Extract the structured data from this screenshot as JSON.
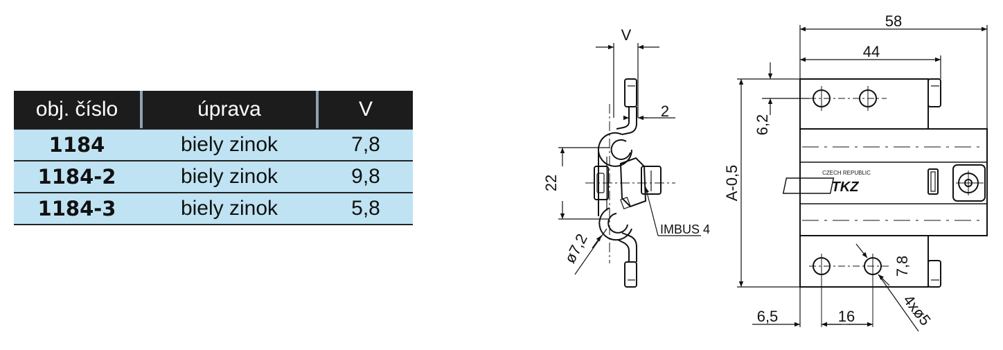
{
  "table": {
    "headers": [
      "obj. číslo",
      "úprava",
      "V"
    ],
    "rows": [
      {
        "code": "1184",
        "finish": "biely zinok",
        "v": "7,8"
      },
      {
        "code": "1184-2",
        "finish": "biely zinok",
        "v": "9,8"
      },
      {
        "code": "1184-3",
        "finish": "biely zinok",
        "v": "5,8"
      }
    ]
  },
  "side_view": {
    "dim_v": "V",
    "dim_2": "2",
    "dim_22": "22",
    "dim_diameter": "ø7,2",
    "screw_label": "IMBUS 4"
  },
  "front_view": {
    "dim_58": "58",
    "dim_44": "44",
    "dim_6_2": "6,2",
    "dim_a": "A-0,5",
    "dim_7_8": "7,8",
    "dim_6_5": "6,5",
    "dim_16": "16",
    "dim_holes": "4xø5",
    "logo_country": "CZECH REPUBLIC",
    "logo_mark": "TKZ"
  },
  "colors": {
    "header_bg": "#1c1c1c",
    "row_bg": "#bfe3f3",
    "line": "#111111"
  }
}
